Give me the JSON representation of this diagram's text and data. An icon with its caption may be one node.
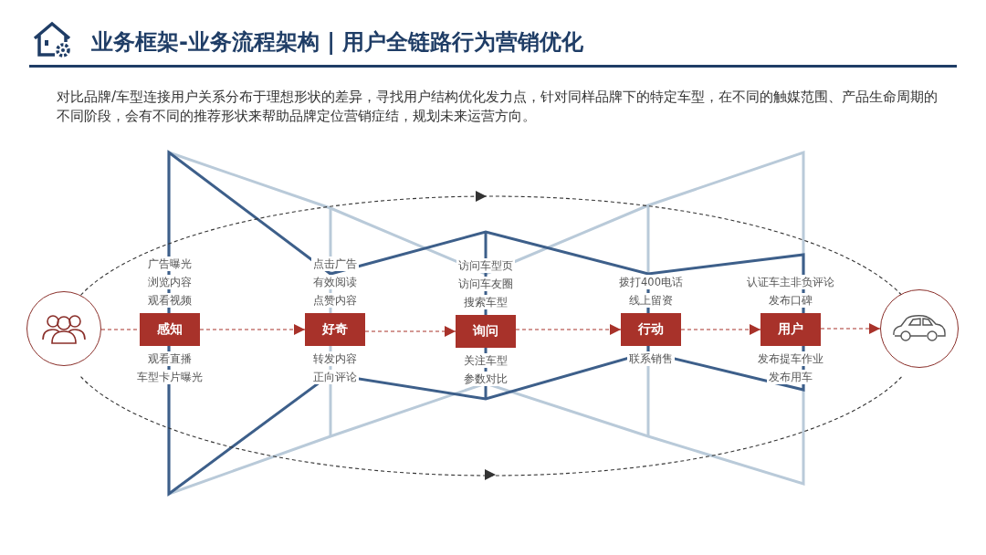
{
  "diagram": {
    "title": "业务框架-业务流程架构 | 用户全链路行为营销优化",
    "nodes": [
      {
        "text": [],
        "shape": "circle"
      },
      {
        "text": [
          "感知"
        ],
        "beside": [
          "广告曝光",
          "浏览内容",
          "观看视频",
          "观看直播",
          "车型卡片曝光"
        ]
      },
      {
        "text": [
          "好奇"
        ],
        "beside": [
          "点击广告",
          "有效阅读",
          "点赞内容",
          "转发内容",
          "正向评论"
        ]
      },
      {
        "text": [
          "询问"
        ],
        "beside": [
          "访问车型页",
          "访问车友圈",
          "搜索车型",
          "关注车型",
          "参数对比"
        ]
      },
      {
        "text": [
          "行动"
        ],
        "beside": [
          "拨打400电话",
          "线上留资",
          "联系销售"
        ]
      },
      {
        "text": [
          "用户"
        ],
        "beside": [
          "认证车主非负评论",
          "发布口碑",
          "发布提车作业",
          "发布用车"
        ]
      },
      {
        "text": [],
        "shape": "circle"
      }
    ],
    "edges": [
      {
        "from": 0,
        "to": 1,
        "arrow": "none",
        "style": "dashed"
      },
      {
        "from": 1,
        "to": 2,
        "arrow": "to",
        "style": "dashed"
      },
      {
        "from": 2,
        "to": 3,
        "arrow": "to",
        "style": "dashed"
      },
      {
        "from": 3,
        "to": 4,
        "arrow": "to",
        "style": "dashed"
      },
      {
        "from": 4,
        "to": 5,
        "arrow": "to",
        "style": "dashed"
      },
      {
        "from": 5,
        "to": 6,
        "arrow": "to",
        "style": "dashed"
      }
    ],
    "labels": [
      "对比品牌/车型连接用户关系分布于理想形状的差异，寻找用户结构优化发力点，针对同样品牌下的特定车型，在不同的触媒范围、产品生命周期的不同阶段，会有不同的推荐形状来帮助品牌定位营销症结，规划未来运营方向。"
    ]
  }
}
